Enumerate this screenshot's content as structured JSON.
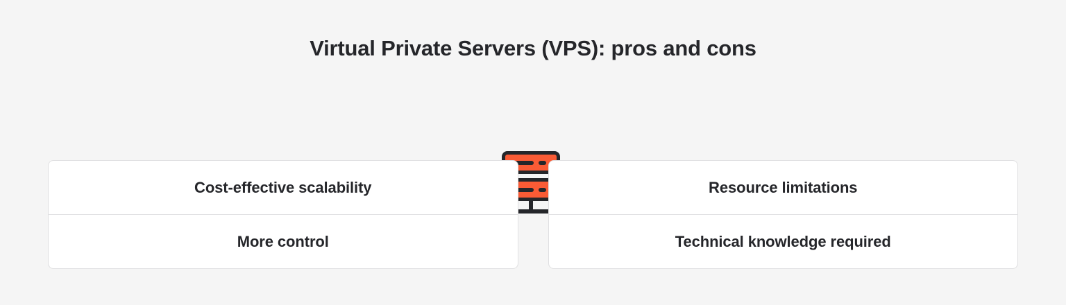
{
  "header": {
    "title": "Virtual Private Servers (VPS): pros and cons"
  },
  "colors": {
    "accent": "#fa5b35",
    "ink": "#25262a",
    "page_background": "#f5f5f5",
    "card_background": "#ffffff",
    "card_border": "#e0e0e2"
  },
  "diagram": {
    "pros_icon": "plus-circle-icon",
    "cons_icon": "minus-circle-icon",
    "center_icon": "server-icon",
    "connector_left": "dashed-connector-left",
    "connector_right": "dashed-connector-right"
  },
  "columns": [
    {
      "side": "pros",
      "items": [
        {
          "label": "Cost-effective scalability"
        },
        {
          "label": "More control"
        }
      ]
    },
    {
      "side": "cons",
      "items": [
        {
          "label": "Resource limitations"
        },
        {
          "label": "Technical knowledge required"
        }
      ]
    }
  ]
}
